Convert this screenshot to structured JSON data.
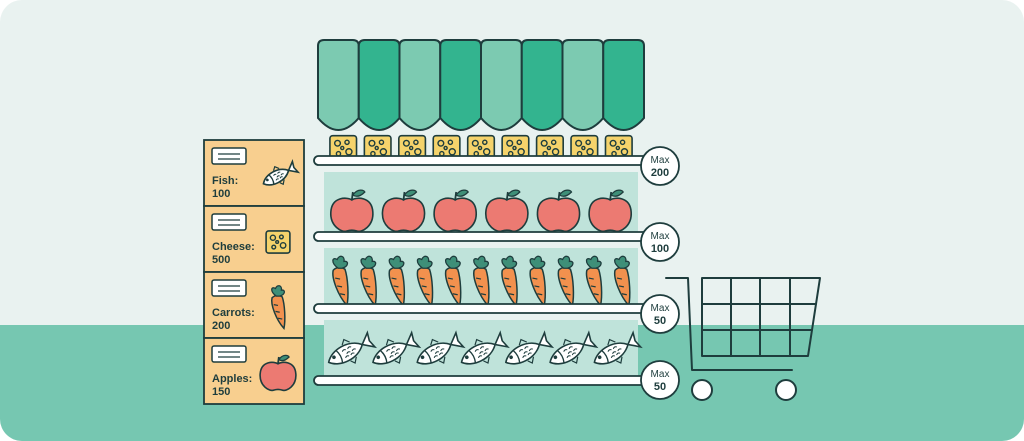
{
  "colors": {
    "background_top": "#e9f2f0",
    "background_floor": "#76c7b1",
    "awning_light": "#7ccab1",
    "awning_dark": "#33b48f",
    "shelf_panel": "#bfe3da",
    "crate": "#f8cf8f",
    "cheese": "#f5d36b",
    "apple": "#ec7a72",
    "carrot": "#f2914e",
    "carrot_leaf": "#3e8f78",
    "outline": "#1e3d3d"
  },
  "crates": [
    {
      "name": "Fish:",
      "qty": "100",
      "icon": "fish-icon"
    },
    {
      "name": "Cheese:",
      "qty": "500",
      "icon": "cheese-icon"
    },
    {
      "name": "Carrots:",
      "qty": "200",
      "icon": "carrot-icon"
    },
    {
      "name": "Apples:",
      "qty": "150",
      "icon": "apple-icon"
    }
  ],
  "shelves": [
    {
      "item": "cheese",
      "icon": "cheese-icon",
      "count": 9,
      "max_label": "Max",
      "max_value": "200"
    },
    {
      "item": "apple",
      "icon": "apple-icon",
      "count": 6,
      "max_label": "Max",
      "max_value": "100"
    },
    {
      "item": "carrot",
      "icon": "carrot-icon",
      "count": 11,
      "max_label": "Max",
      "max_value": "50"
    },
    {
      "item": "fish",
      "icon": "fish-icon",
      "count": 7,
      "max_label": "Max",
      "max_value": "50"
    }
  ],
  "cart": {
    "icon": "shopping-cart-icon"
  }
}
